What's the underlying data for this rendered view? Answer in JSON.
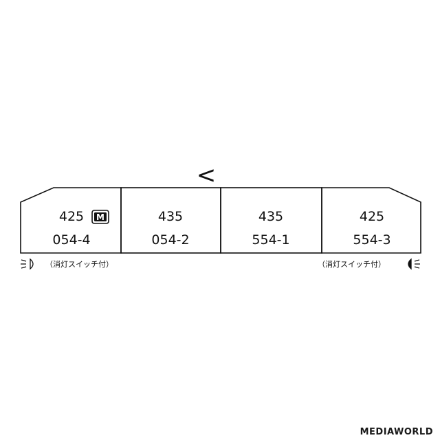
{
  "direction_symbol": "<",
  "cars": [
    {
      "type": "425",
      "number": "054-4",
      "motor_badge": "M"
    },
    {
      "type": "435",
      "number": "054-2"
    },
    {
      "type": "435",
      "number": "554-1"
    },
    {
      "type": "425",
      "number": "554-3"
    }
  ],
  "headlight_notes": {
    "left": "（消灯スイッチ付）",
    "right": "（消灯スイッチ付）"
  },
  "icons": {
    "left_light": "headlight-icon",
    "right_light": "headlight-icon",
    "motor": "motor-car-icon"
  },
  "watermark": "MEDIAWORLD",
  "colors": {
    "line": "#111111",
    "background": "#ffffff"
  }
}
